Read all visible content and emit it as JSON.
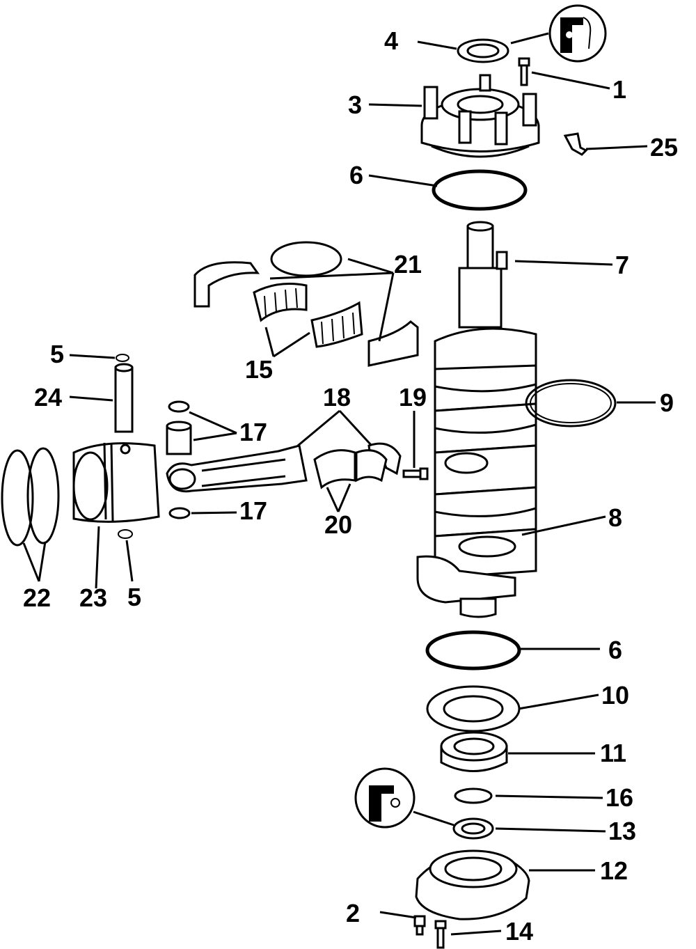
{
  "callouts": [
    {
      "id": "c1",
      "text": "1"
    },
    {
      "id": "c2",
      "text": "2"
    },
    {
      "id": "c3",
      "text": "3"
    },
    {
      "id": "c4",
      "text": "4"
    },
    {
      "id": "c5a",
      "text": "5"
    },
    {
      "id": "c5b",
      "text": "5"
    },
    {
      "id": "c6a",
      "text": "6"
    },
    {
      "id": "c6b",
      "text": "6"
    },
    {
      "id": "c7",
      "text": "7"
    },
    {
      "id": "c8",
      "text": "8"
    },
    {
      "id": "c9",
      "text": "9"
    },
    {
      "id": "c10",
      "text": "10"
    },
    {
      "id": "c11",
      "text": "11"
    },
    {
      "id": "c12",
      "text": "12"
    },
    {
      "id": "c13",
      "text": "13"
    },
    {
      "id": "c14",
      "text": "14"
    },
    {
      "id": "c15",
      "text": "15"
    },
    {
      "id": "c16",
      "text": "16"
    },
    {
      "id": "c17a",
      "text": "17"
    },
    {
      "id": "c17b",
      "text": "17"
    },
    {
      "id": "c18",
      "text": "18"
    },
    {
      "id": "c19",
      "text": "19"
    },
    {
      "id": "c20",
      "text": "20"
    },
    {
      "id": "c21",
      "text": "21"
    },
    {
      "id": "c22",
      "text": "22"
    },
    {
      "id": "c23",
      "text": "23"
    },
    {
      "id": "c24",
      "text": "24"
    },
    {
      "id": "c25",
      "text": "25"
    }
  ],
  "icons": [
    "seal-detail-icon",
    "seal-detail-icon"
  ]
}
